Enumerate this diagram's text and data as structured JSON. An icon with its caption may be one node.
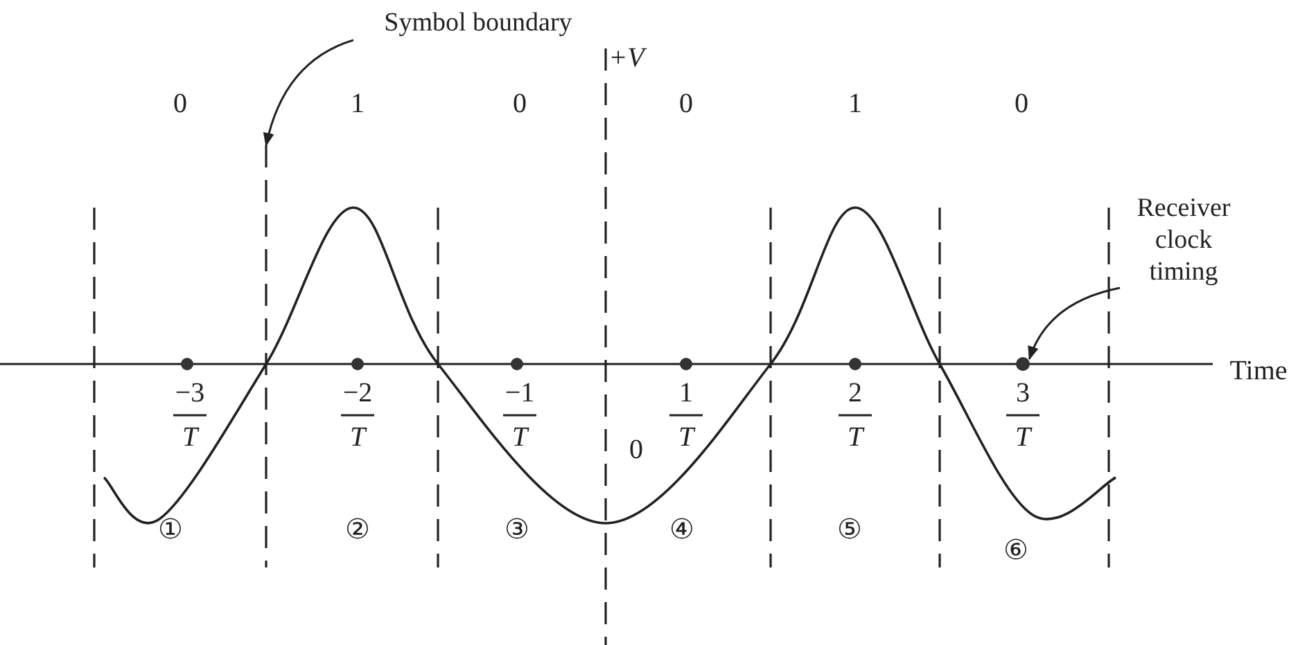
{
  "diagram": {
    "nodes": [
      {
        "text": [
          "Symbol boundary"
        ]
      },
      {
        "text": [],
        "shape": "line"
      },
      {
        "text": [
          "Receiver clock timing"
        ]
      },
      {
        "text": [],
        "shape": "circle"
      }
    ],
    "edges": [
      {
        "from": 0,
        "to": 1,
        "arrow": "to"
      },
      {
        "from": 2,
        "to": 3,
        "arrow": "to"
      }
    ],
    "labels": [
      "+V",
      "0",
      "1",
      "0",
      "0",
      "1",
      "0",
      "Time",
      "−3",
      "T",
      "−2",
      "T",
      "−1",
      "T",
      "0",
      "1",
      "T",
      "2",
      "T",
      "3",
      "T",
      "①",
      "②",
      "③",
      "④",
      "⑤",
      "⑥"
    ]
  }
}
